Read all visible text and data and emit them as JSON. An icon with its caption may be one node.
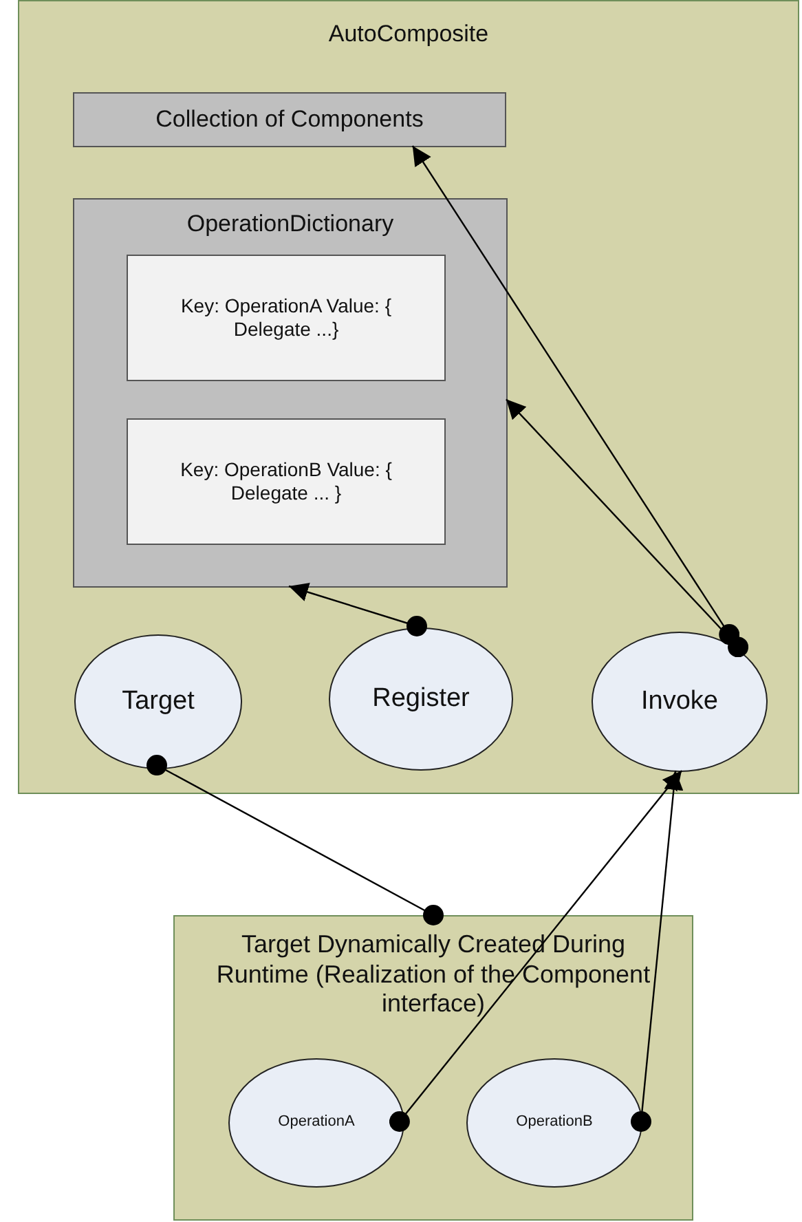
{
  "diagram": {
    "nodes": [
      {
        "text": [
          "AutoComposite"
        ]
      },
      {
        "text": [
          "Collection of Components"
        ],
        "in": 0
      },
      {
        "text": [
          "OperationDictionary"
        ],
        "in": 0
      },
      {
        "text": [
          "Key: OperationA Value: { Delegate ...}"
        ],
        "in": 2
      },
      {
        "text": [
          "Key: OperationB Value: { Delegate ... }"
        ],
        "in": 2
      },
      {
        "text": [
          "Target"
        ],
        "in": 0
      },
      {
        "text": [
          "Register"
        ],
        "in": 0
      },
      {
        "text": [
          "Invoke"
        ],
        "in": 0
      },
      {
        "text": [
          "Target Dynamically Created During Runtime (Realization of the Component interface)"
        ]
      },
      {
        "text": [
          "OperationA"
        ],
        "in": 8
      },
      {
        "text": [
          "OperationB"
        ],
        "in": 8
      }
    ],
    "edges": [
      {
        "from": 7,
        "to": 1,
        "arrow": "to"
      },
      {
        "from": 7,
        "to": 2,
        "arrow": "to"
      },
      {
        "from": 6,
        "to": 2,
        "arrow": "to"
      },
      {
        "from": 5,
        "to": 8,
        "arrow": "other"
      },
      {
        "from": 9,
        "to": 7,
        "arrow": "to"
      },
      {
        "from": 10,
        "to": 7,
        "arrow": "to"
      }
    ]
  }
}
